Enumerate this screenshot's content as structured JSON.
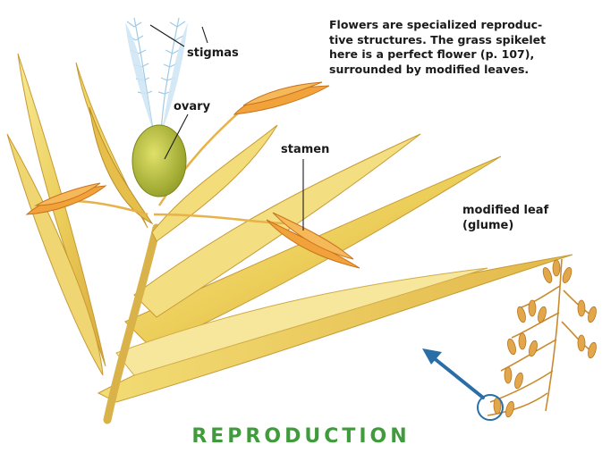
{
  "caption": "Flowers are specialized reproduc-\ntive structures. The grass spikelet\nhere is a perfect flower (p. 107),\nsurrounded by modified leaves.",
  "labels": {
    "stigmas": "stigmas",
    "ovary": "ovary",
    "stamen": "stamen",
    "modified_leaf_line1": "modified leaf",
    "modified_leaf_line2": "(glume)"
  },
  "heading": "REPRODUCTION",
  "colors": {
    "heading": "#3f9b3b",
    "leaf_light": "#f4e27a",
    "leaf_mid": "#e9c64a",
    "leaf_dark": "#c99a2a",
    "stamen_orange": "#f2a23a",
    "ovary_green": "#b8c23a",
    "stigma_blue": "#bfe0f2",
    "pointer_arrow": "#2a6ea8",
    "inset_plant": "#e0a84a"
  }
}
